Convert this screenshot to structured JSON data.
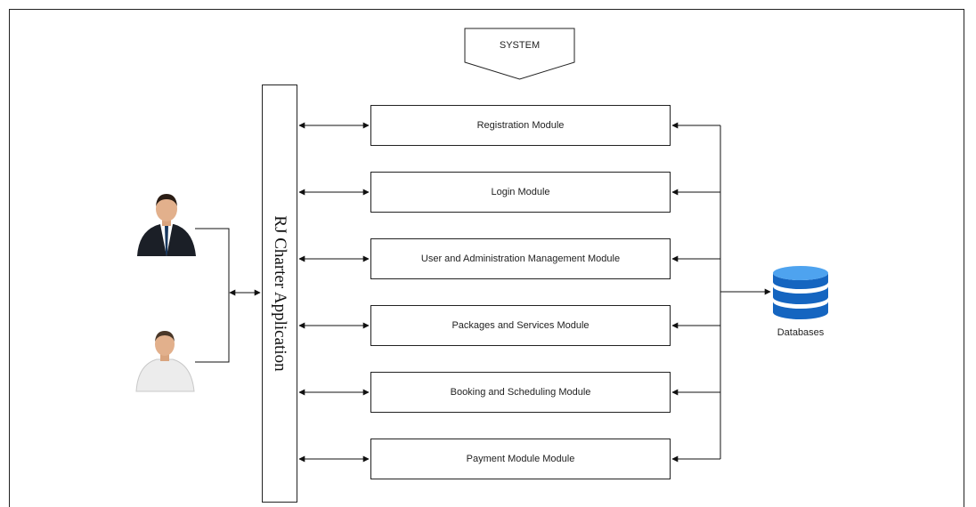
{
  "system": {
    "label": "SYSTEM"
  },
  "application": {
    "label": "RJ Charter Application"
  },
  "modules": [
    {
      "label": "Registration Module"
    },
    {
      "label": "Login Module"
    },
    {
      "label": "User and Administration Management Module"
    },
    {
      "label": "Packages and Services Module"
    },
    {
      "label": "Booking and Scheduling Module"
    },
    {
      "label": "Payment Module Module"
    }
  ],
  "database": {
    "label": "Databases",
    "icon": "database-icon",
    "color": "#1565c0"
  },
  "actors": [
    {
      "icon": "businessman-user-icon"
    },
    {
      "icon": "casual-user-icon"
    }
  ]
}
